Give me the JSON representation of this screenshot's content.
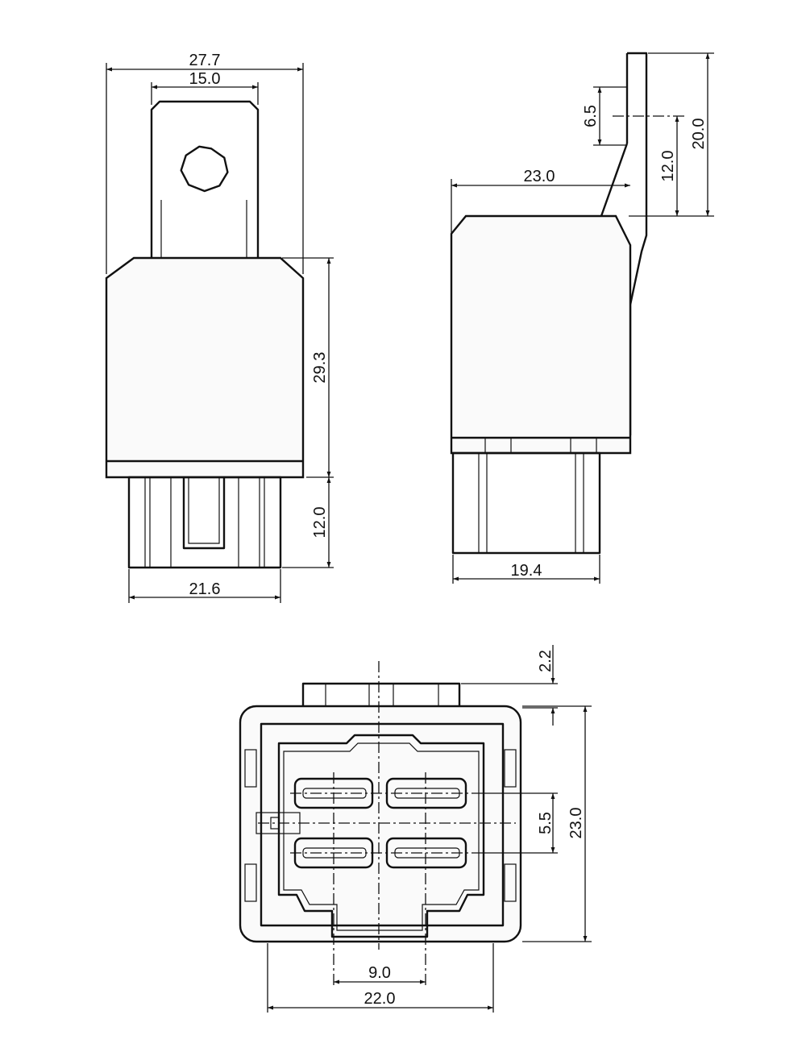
{
  "drawing": {
    "front_view": {
      "dimensions": {
        "overall_width": "27.7",
        "tab_width": "15.0",
        "body_height": "29.3",
        "pin_length": "12.0",
        "pin_span": "21.6"
      }
    },
    "side_view": {
      "dimensions": {
        "body_depth": "23.0",
        "hole_offset": "6.5",
        "bracket_length": "12.0",
        "bracket_height": "20.0",
        "pin_span": "19.4"
      }
    },
    "bottom_view": {
      "dimensions": {
        "key_height": "2.2",
        "pin_spacing_vertical": "5.5",
        "overall_height": "23.0",
        "pin_spacing_horizontal": "9.0",
        "overall_width": "22.0"
      }
    }
  }
}
